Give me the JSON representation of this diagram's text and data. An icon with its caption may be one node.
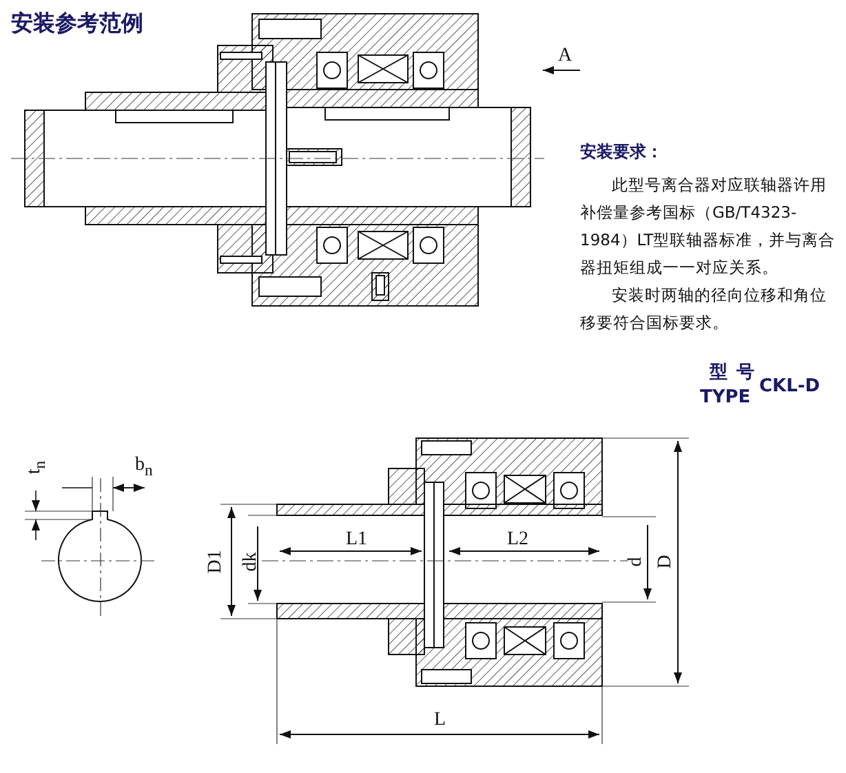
{
  "diagram": {
    "title": "安装参考范例",
    "labels": [
      "A",
      "安装要求：",
      "此型号离合器对应联轴器许用补偿量参考国标（GB/T4323-1984）LT型联轴器标准，并与离合器扭矩组成一一对应关系。",
      "安装时两轴的径向位移和角位移要符合国标要求。",
      "型 号",
      "TYPE",
      "CKL-D",
      "t$_{n}$",
      "b$_{n}$",
      "D1",
      "dk",
      "L1",
      "L2",
      "d",
      "D",
      "L"
    ]
  }
}
